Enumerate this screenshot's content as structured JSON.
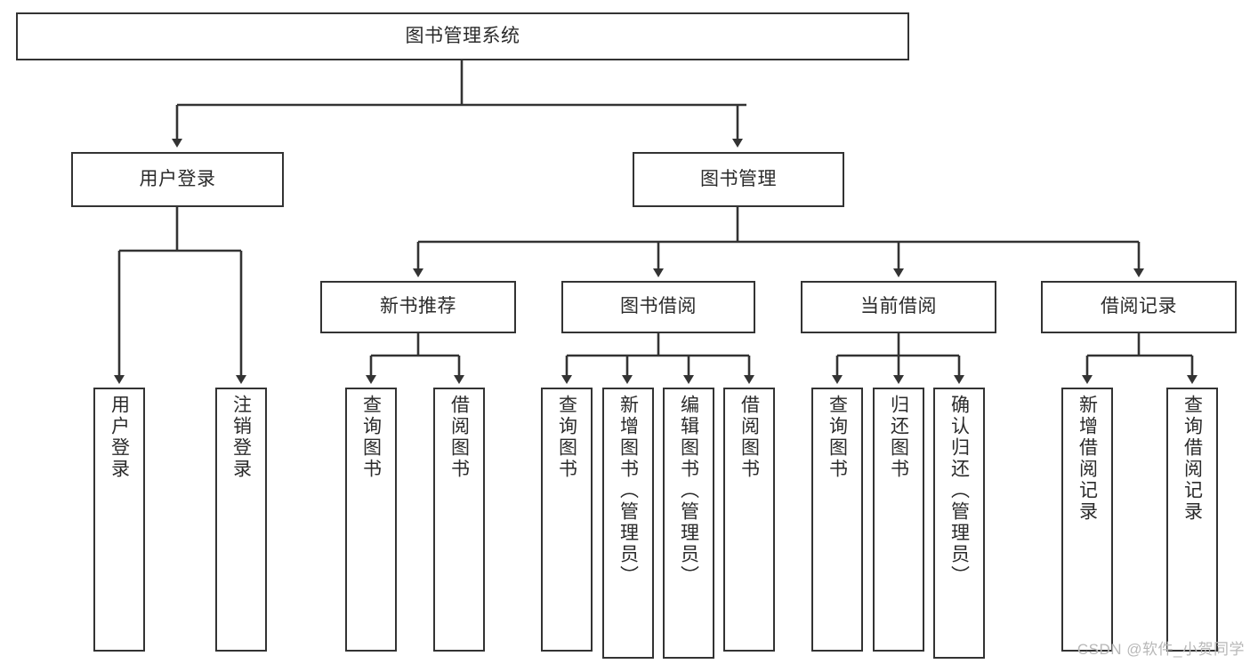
{
  "diagram": {
    "type": "tree-hierarchy-flowchart",
    "title": "图书管理系统",
    "theme": {
      "background": "#ffffff",
      "box_border": "#333333",
      "box_fill": "#ffffff",
      "text": "#2b2b2b",
      "connector": "#333333",
      "watermark": "#b8b8b8"
    },
    "root": {
      "label": "图书管理系统"
    },
    "level2": [
      {
        "id": "user-login",
        "label": "用户登录"
      },
      {
        "id": "book-manage",
        "label": "图书管理"
      }
    ],
    "level3": [
      {
        "id": "new-book-recommend",
        "label": "新书推荐",
        "parent": "book-manage"
      },
      {
        "id": "book-borrow",
        "label": "图书借阅",
        "parent": "book-manage"
      },
      {
        "id": "current-borrow",
        "label": "当前借阅",
        "parent": "book-manage"
      },
      {
        "id": "borrow-record",
        "label": "借阅记录",
        "parent": "book-manage"
      }
    ],
    "leaves": {
      "user-login": [
        {
          "id": "leaf-user-login",
          "label": "用户登录"
        },
        {
          "id": "leaf-user-logout",
          "label": "注销登录"
        }
      ],
      "new-book-recommend": [
        {
          "id": "leaf-query-book-1",
          "label": "查询图书"
        },
        {
          "id": "leaf-borrow-book-1",
          "label": "借阅图书"
        }
      ],
      "book-borrow": [
        {
          "id": "leaf-query-book-2",
          "label": "查询图书"
        },
        {
          "id": "leaf-add-book",
          "label": "新增图书（管理员）"
        },
        {
          "id": "leaf-edit-book",
          "label": "编辑图书（管理员）"
        },
        {
          "id": "leaf-borrow-book-2",
          "label": "借阅图书"
        }
      ],
      "current-borrow": [
        {
          "id": "leaf-query-book-3",
          "label": "查询图书"
        },
        {
          "id": "leaf-return-book",
          "label": "归还图书"
        },
        {
          "id": "leaf-confirm-return",
          "label": "确认归还（管理员）"
        }
      ],
      "borrow-record": [
        {
          "id": "leaf-add-record",
          "label": "新增借阅记录"
        },
        {
          "id": "leaf-query-record",
          "label": "查询借阅记录"
        }
      ]
    }
  },
  "watermark": {
    "text": "CSDN @软件_小贺同学"
  }
}
